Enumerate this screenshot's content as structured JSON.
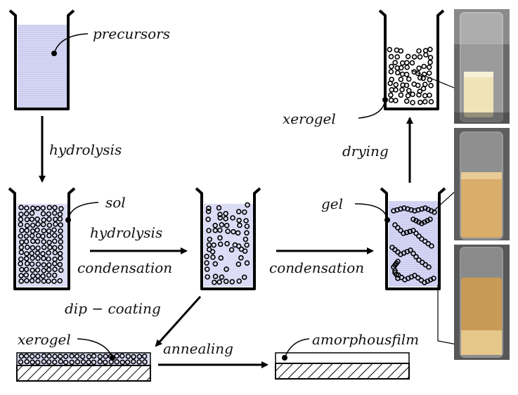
{
  "labels": {
    "precursors": "precursors",
    "hydrolysis_1": "hydrolysis",
    "sol": "sol",
    "hydrolysis_2": "hydrolysis",
    "condensation_1": "condensation",
    "condensation_2": "condensation",
    "gel": "gel",
    "drying": "drying",
    "xerogel_top": "xerogel",
    "dip_coating": "dip − coating",
    "xerogel_film": "xerogel",
    "annealing": "annealing",
    "amorphous_film": "amorphousfilm"
  },
  "colors": {
    "liquid": "#dcdcf6",
    "liquid_lines": "#aaaae6",
    "photo_bg": "#6b6b6b",
    "amber_light": "#e9d3a0",
    "amber_dark": "#c79a55"
  },
  "photos": [
    {
      "name": "photo-xerogel-vial",
      "content": "gel-dried"
    },
    {
      "name": "photo-gel-vial",
      "content": "gel"
    },
    {
      "name": "photo-sol-vial",
      "content": "sol"
    }
  ]
}
